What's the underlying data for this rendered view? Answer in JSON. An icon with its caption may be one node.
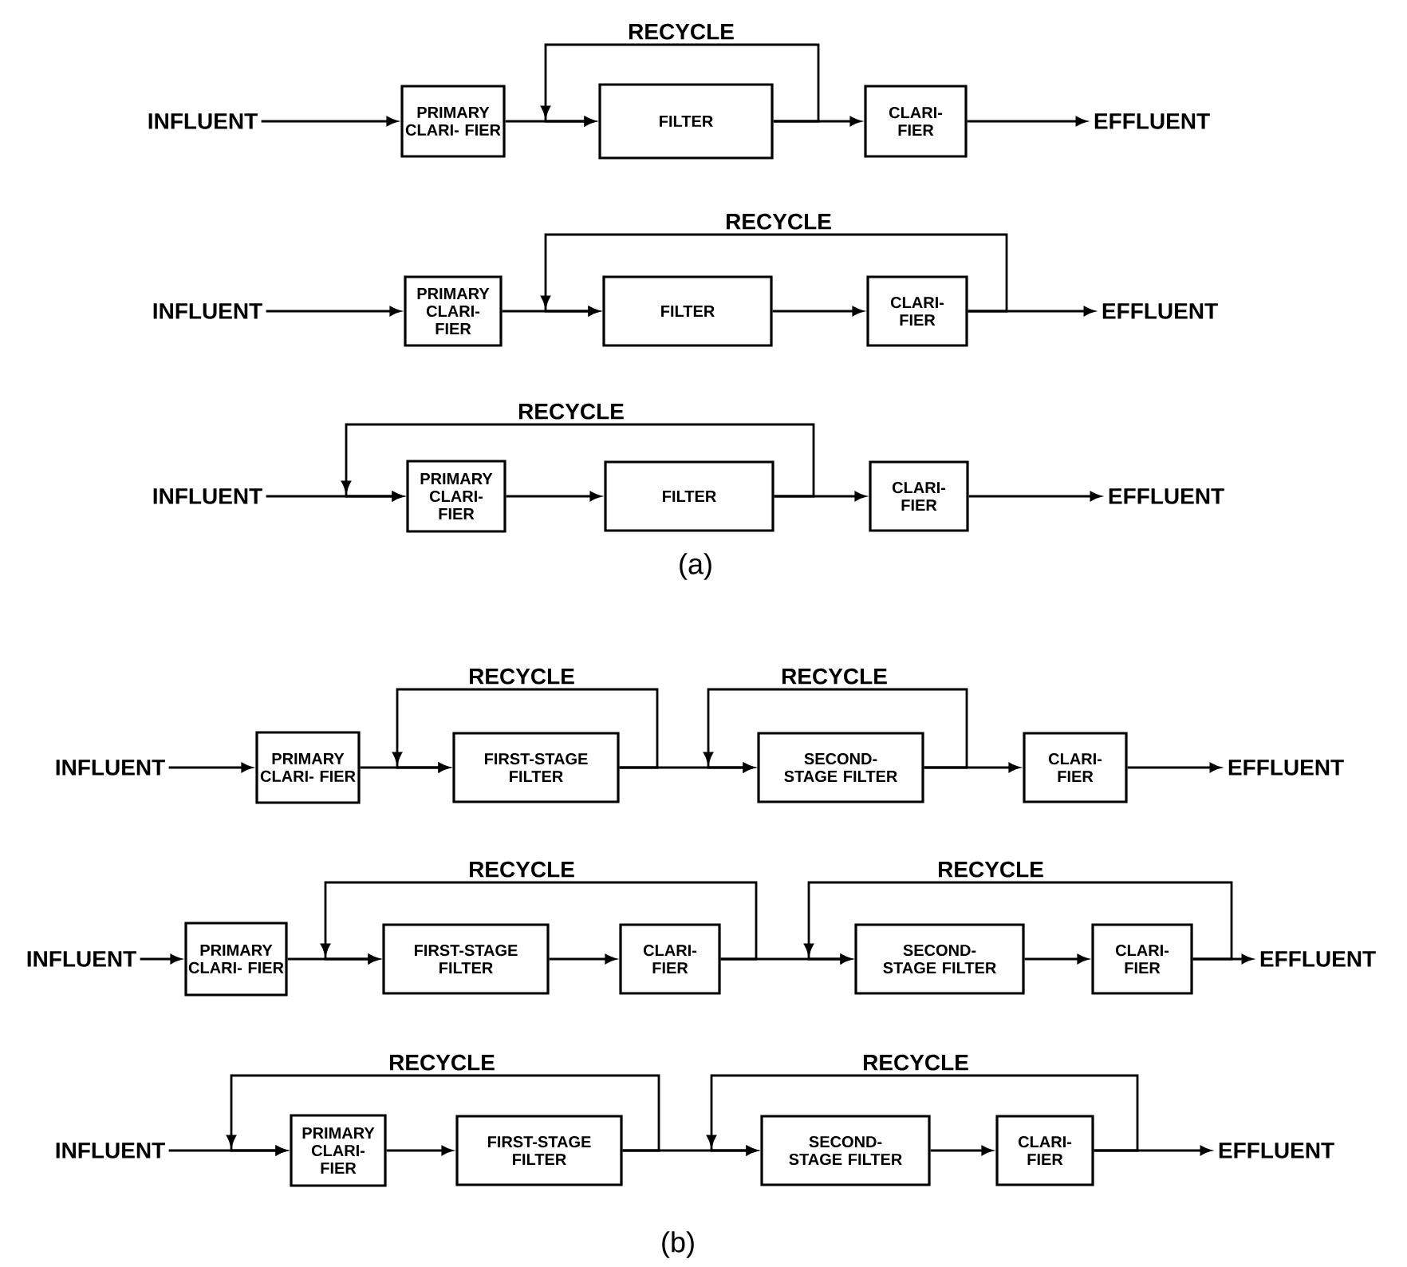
{
  "diagram": {
    "nodes": [
      {
        "text": [
          "INFLUENT"
        ]
      },
      {
        "text": [
          "PRIMARY CLARI- FIER"
        ]
      },
      {
        "text": [
          "FILTER"
        ]
      },
      {
        "text": [
          "CLARI- FIER"
        ]
      },
      {
        "text": [
          "EFFLUENT"
        ]
      },
      {
        "text": [
          "INFLUENT"
        ]
      },
      {
        "text": [
          "PRIMARY CLARI- FIER"
        ]
      },
      {
        "text": [
          "FILTER"
        ]
      },
      {
        "text": [
          "CLARI- FIER"
        ]
      },
      {
        "text": [
          "EFFLUENT"
        ]
      },
      {
        "text": [
          "INFLUENT"
        ]
      },
      {
        "text": [
          "PRIMARY CLARI- FIER"
        ]
      },
      {
        "text": [
          "FILTER"
        ]
      },
      {
        "text": [
          "CLARI- FIER"
        ]
      },
      {
        "text": [
          "EFFLUENT"
        ]
      },
      {
        "text": [
          "INFLUENT"
        ]
      },
      {
        "text": [
          "PRIMARY CLARI- FIER"
        ]
      },
      {
        "text": [
          "FIRST-STAGE FILTER"
        ]
      },
      {
        "text": [
          "SECOND-STAGE FILTER"
        ]
      },
      {
        "text": [
          "CLARI- FIER"
        ]
      },
      {
        "text": [
          "EFFLUENT"
        ]
      },
      {
        "text": [
          "INFLUENT"
        ]
      },
      {
        "text": [
          "PRIMARY CLARI- FIER"
        ]
      },
      {
        "text": [
          "FIRST-STAGE FILTER"
        ]
      },
      {
        "text": [
          "CLARI- FIER"
        ]
      },
      {
        "text": [
          "SECOND-STAGE FILTER"
        ]
      },
      {
        "text": [
          "CLARI- FIER"
        ]
      },
      {
        "text": [
          "EFFLUENT"
        ]
      },
      {
        "text": [
          "INFLUENT"
        ]
      },
      {
        "text": [
          "PRIMARY CLARI- FIER"
        ]
      },
      {
        "text": [
          "FIRST-STAGE FILTER"
        ]
      },
      {
        "text": [
          "SECOND-STAGE FILTER"
        ]
      },
      {
        "text": [
          "CLARI- FIER"
        ]
      },
      {
        "text": [
          "EFFLUENT"
        ]
      }
    ],
    "edges": [
      {
        "from": 0,
        "to": 1,
        "arrow": "to"
      },
      {
        "from": 1,
        "to": 2,
        "arrow": "to"
      },
      {
        "from": 2,
        "to": 3,
        "arrow": "to"
      },
      {
        "from": 3,
        "to": 4,
        "arrow": "to"
      },
      {
        "from": 2,
        "to": 2,
        "arrow": "to",
        "label": "RECYCLE"
      },
      {
        "from": 5,
        "to": 6,
        "arrow": "to"
      },
      {
        "from": 6,
        "to": 7,
        "arrow": "to"
      },
      {
        "from": 7,
        "to": 8,
        "arrow": "to"
      },
      {
        "from": 8,
        "to": 9,
        "arrow": "to"
      },
      {
        "from": 8,
        "to": 7,
        "arrow": "to",
        "label": "RECYCLE"
      },
      {
        "from": 10,
        "to": 11,
        "arrow": "to"
      },
      {
        "from": 11,
        "to": 12,
        "arrow": "to"
      },
      {
        "from": 12,
        "to": 13,
        "arrow": "to"
      },
      {
        "from": 13,
        "to": 14,
        "arrow": "to"
      },
      {
        "from": 12,
        "to": 11,
        "arrow": "to",
        "label": "RECYCLE"
      },
      {
        "from": 15,
        "to": 16,
        "arrow": "to"
      },
      {
        "from": 16,
        "to": 17,
        "arrow": "to"
      },
      {
        "from": 17,
        "to": 18,
        "arrow": "to"
      },
      {
        "from": 18,
        "to": 19,
        "arrow": "to"
      },
      {
        "from": 19,
        "to": 20,
        "arrow": "to"
      },
      {
        "from": 17,
        "to": 17,
        "arrow": "to",
        "label": "RECYCLE"
      },
      {
        "from": 18,
        "to": 18,
        "arrow": "to",
        "label": "RECYCLE"
      },
      {
        "from": 21,
        "to": 22,
        "arrow": "to"
      },
      {
        "from": 22,
        "to": 23,
        "arrow": "to"
      },
      {
        "from": 23,
        "to": 24,
        "arrow": "to"
      },
      {
        "from": 24,
        "to": 25,
        "arrow": "to"
      },
      {
        "from": 25,
        "to": 26,
        "arrow": "to"
      },
      {
        "from": 26,
        "to": 27,
        "arrow": "to"
      },
      {
        "from": 24,
        "to": 23,
        "arrow": "to",
        "label": "RECYCLE"
      },
      {
        "from": 26,
        "to": 25,
        "arrow": "to",
        "label": "RECYCLE"
      },
      {
        "from": 28,
        "to": 29,
        "arrow": "to"
      },
      {
        "from": 29,
        "to": 30,
        "arrow": "to"
      },
      {
        "from": 30,
        "to": 31,
        "arrow": "to"
      },
      {
        "from": 31,
        "to": 32,
        "arrow": "to"
      },
      {
        "from": 32,
        "to": 33,
        "arrow": "to"
      },
      {
        "from": 30,
        "to": 29,
        "arrow": "to",
        "label": "RECYCLE"
      },
      {
        "from": 32,
        "to": 31,
        "arrow": "to",
        "label": "RECYCLE"
      }
    ],
    "labels": [
      "(a)",
      "(b)"
    ]
  }
}
